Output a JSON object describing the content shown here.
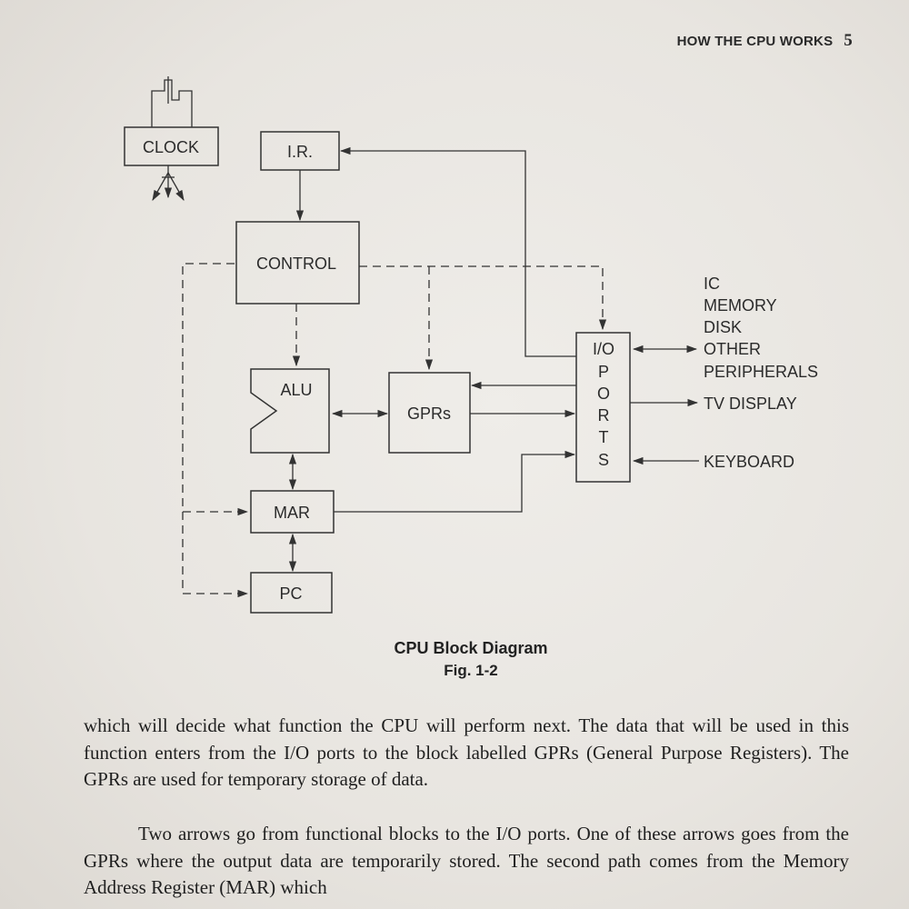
{
  "header": {
    "title": "HOW THE CPU WORKS",
    "page_number": "5"
  },
  "diagram": {
    "blocks": {
      "clock": "CLOCK",
      "ir": "I.R.",
      "control": "CONTROL",
      "alu": "ALU",
      "gprs": "GPRs",
      "mar": "MAR",
      "pc": "PC",
      "io_ports": [
        "I/O",
        "P",
        "O",
        "R",
        "T",
        "S"
      ]
    },
    "external": {
      "ic": "IC",
      "memory": "MEMORY",
      "disk": "DISK",
      "other": "OTHER",
      "peripherals": "PERIPHERALS",
      "tv_display": "TV DISPLAY",
      "keyboard": "KEYBOARD"
    },
    "caption_title": "CPU Block Diagram",
    "caption_fig": "Fig. 1-2"
  },
  "body": {
    "paragraph1": "which will decide what function the CPU will perform next. The data that will be used in this function enters from the I/O ports to the block labelled GPRs (General Purpose Registers). The GPRs are used for temporary storage of data.",
    "paragraph2": "Two arrows go from functional blocks to the I/O ports. One of these arrows goes from the GPRs where the output data are temporarily stored. The second path comes from the Memory Address Register (MAR) which"
  }
}
